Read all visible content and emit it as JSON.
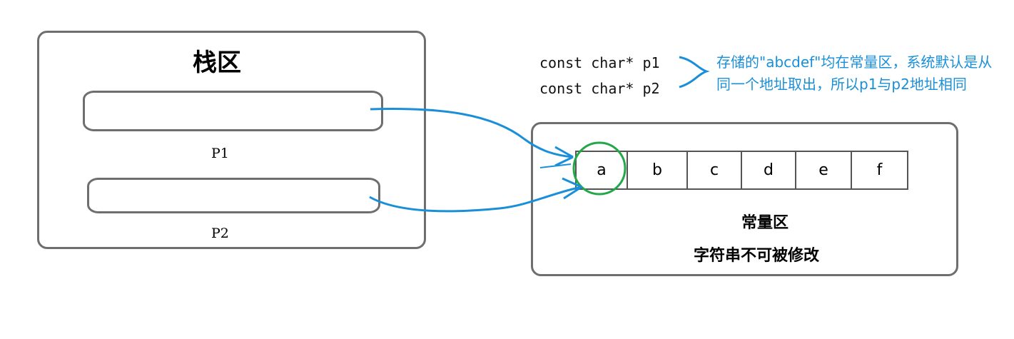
{
  "stack": {
    "title": "栈区",
    "p1_label": "P1",
    "p2_label": "P2"
  },
  "code": {
    "line1": "const char* p1",
    "line2": "const char* p2"
  },
  "note": "存储的\"abcdef\"均在常量区，系统默认是从同一个地址取出，所以p1与p2地址相同",
  "constant_area": {
    "cells": [
      "a",
      "b",
      "c",
      "d",
      "e",
      "f"
    ],
    "title": "常量区",
    "subtitle": "字符串不可被修改"
  },
  "colors": {
    "arrow": "#1a8fd9",
    "circle": "#22a84a",
    "border": "#6e6e6e"
  }
}
